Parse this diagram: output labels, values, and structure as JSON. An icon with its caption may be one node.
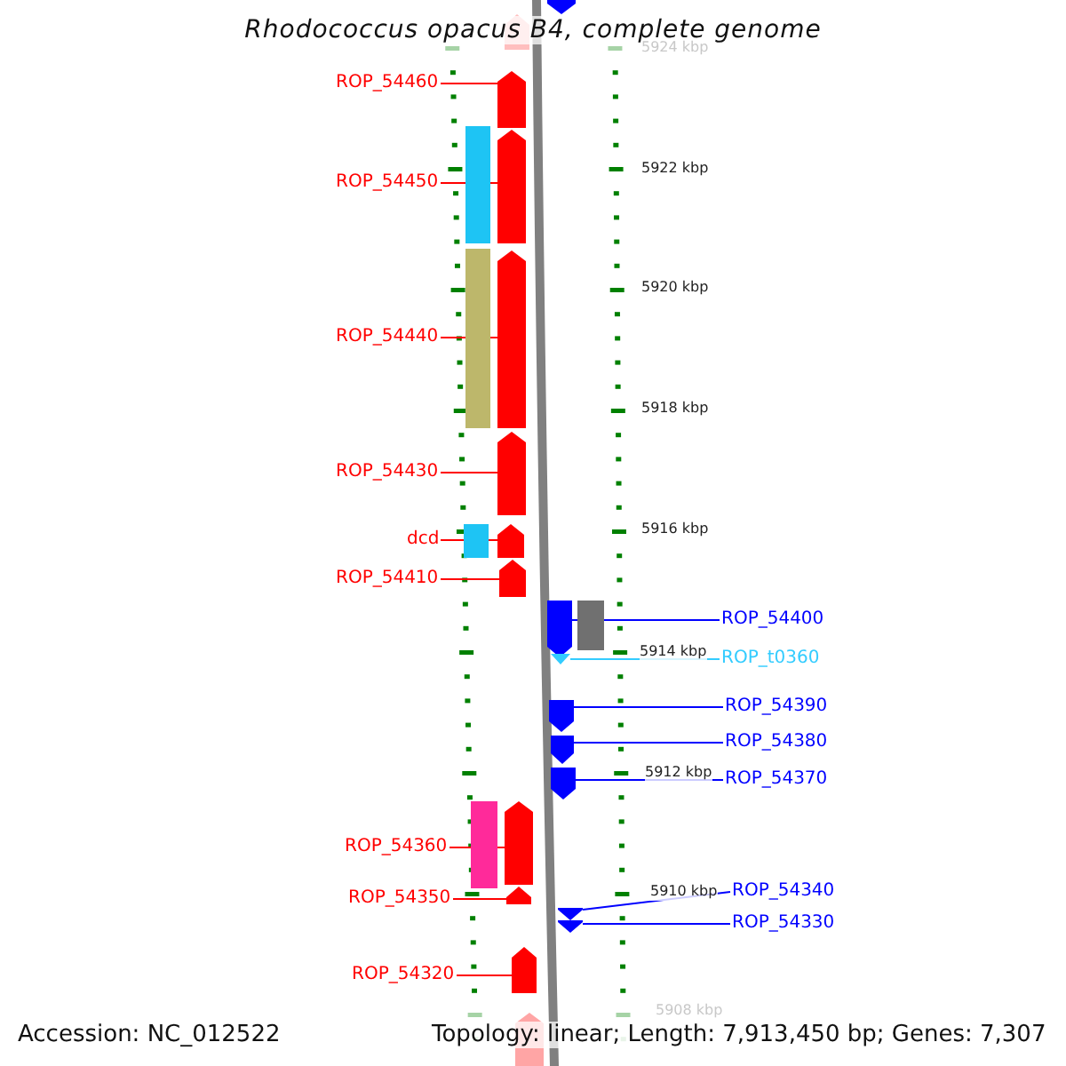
{
  "diagram": {
    "title": "Rhodococcus opacus B4, complete genome",
    "nodes": [
      {
        "text": [
          "ROP_54460"
        ]
      },
      {
        "text": [],
        "shape": "pentagon"
      },
      {
        "text": [
          "ROP_54450"
        ]
      },
      {
        "text": [],
        "shape": "pentagon"
      },
      {
        "text": [
          "ROP_54440"
        ]
      },
      {
        "text": [],
        "shape": "pentagon"
      },
      {
        "text": [
          "ROP_54430"
        ]
      },
      {
        "text": [],
        "shape": "pentagon"
      },
      {
        "text": [
          "dcd"
        ]
      },
      {
        "text": [],
        "shape": "pentagon"
      },
      {
        "text": [
          "ROP_54410"
        ]
      },
      {
        "text": [],
        "shape": "pentagon"
      },
      {
        "text": [
          "ROP_54400"
        ]
      },
      {
        "text": [],
        "shape": "pentagon"
      },
      {
        "text": [
          "ROP_t0360"
        ]
      },
      {
        "text": [],
        "shape": "triangle"
      },
      {
        "text": [
          "ROP_54390"
        ]
      },
      {
        "text": [],
        "shape": "pentagon"
      },
      {
        "text": [
          "ROP_54380"
        ]
      },
      {
        "text": [],
        "shape": "pentagon"
      },
      {
        "text": [
          "ROP_54370"
        ]
      },
      {
        "text": [],
        "shape": "pentagon"
      },
      {
        "text": [
          "ROP_54360"
        ]
      },
      {
        "text": [],
        "shape": "pentagon"
      },
      {
        "text": [
          "ROP_54350"
        ]
      },
      {
        "text": [],
        "shape": "pentagon"
      },
      {
        "text": [
          "ROP_54340"
        ]
      },
      {
        "text": [],
        "shape": "pentagon"
      },
      {
        "text": [
          "ROP_54330"
        ]
      },
      {
        "text": [],
        "shape": "pentagon"
      },
      {
        "text": [
          "ROP_54320"
        ]
      },
      {
        "text": [],
        "shape": "pentagon"
      },
      {
        "text": [],
        "shape": "pentagon"
      },
      {
        "text": [],
        "shape": "pentagon"
      },
      {
        "text": [],
        "shape": "box"
      },
      {
        "text": [],
        "shape": "box"
      },
      {
        "text": [],
        "shape": "box"
      },
      {
        "text": [],
        "shape": "box"
      },
      {
        "text": [],
        "shape": "box"
      },
      {
        "text": [],
        "shape": "pentagon"
      }
    ],
    "edges": [
      {
        "from": 0,
        "to": 1,
        "arrow": "none"
      },
      {
        "from": 2,
        "to": 3,
        "arrow": "none"
      },
      {
        "from": 4,
        "to": 5,
        "arrow": "none"
      },
      {
        "from": 6,
        "to": 7,
        "arrow": "none"
      },
      {
        "from": 8,
        "to": 9,
        "arrow": "none"
      },
      {
        "from": 10,
        "to": 11,
        "arrow": "none"
      },
      {
        "from": 12,
        "to": 13,
        "arrow": "none",
        "color": "#0000ff"
      },
      {
        "from": 14,
        "to": 15,
        "arrow": "none",
        "color": "#33ccff"
      },
      {
        "from": 16,
        "to": 17,
        "arrow": "none",
        "color": "#0000ff"
      },
      {
        "from": 18,
        "to": 19,
        "arrow": "none",
        "color": "#0000ff"
      },
      {
        "from": 20,
        "to": 21,
        "arrow": "none",
        "color": "#0000ff"
      },
      {
        "from": 22,
        "to": 23,
        "arrow": "none"
      },
      {
        "from": 24,
        "to": 25,
        "arrow": "none"
      },
      {
        "from": 26,
        "to": 27,
        "arrow": "none",
        "color": "#0000ff"
      },
      {
        "from": 28,
        "to": 29,
        "arrow": "none",
        "color": "#0000ff"
      },
      {
        "from": 30,
        "to": 31,
        "arrow": "none"
      }
    ],
    "labels": [
      "5924 kbp",
      "5922 kbp",
      "5920 kbp",
      "5918 kbp",
      "5916 kbp",
      "5914 kbp",
      "5912 kbp",
      "5910 kbp",
      "5908 kbp",
      "Accession: NC_012522",
      "Topology: linear; Length: 7,913,450 bp; Genes: 7,307"
    ]
  }
}
